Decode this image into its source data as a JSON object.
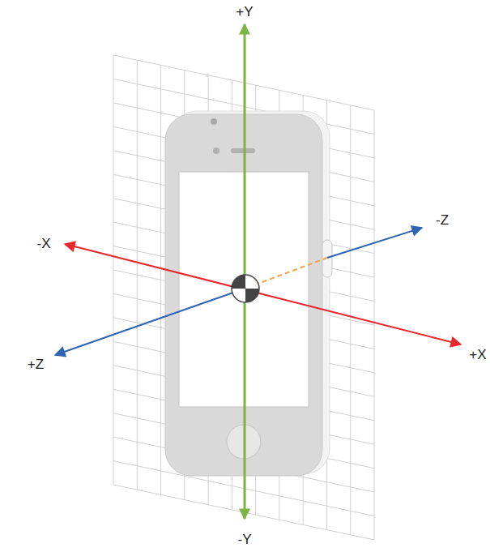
{
  "diagram": {
    "labels": [
      "+Y",
      "-X",
      "-Z",
      "+Z",
      "+X",
      "-Y"
    ]
  }
}
